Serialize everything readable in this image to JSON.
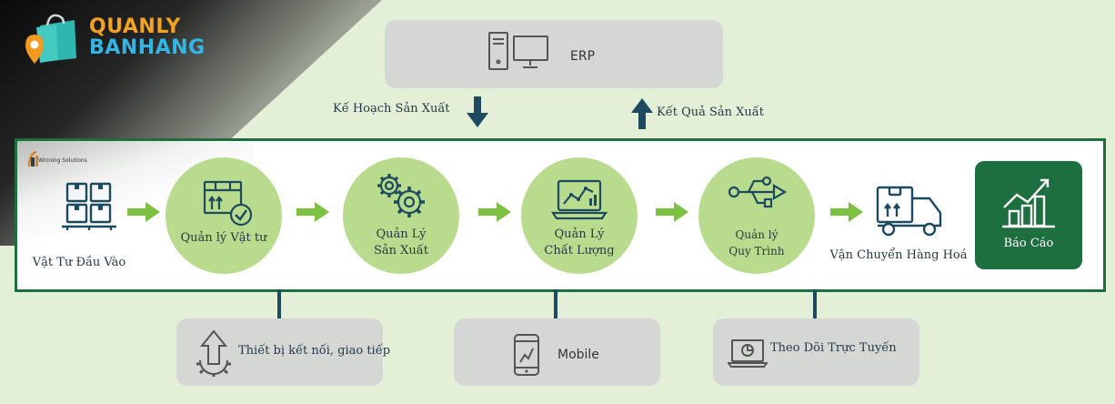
{
  "logo": {
    "line1": "QUANLY",
    "line2": "BANHANG"
  },
  "brand": {
    "text": "Winning Solutions"
  },
  "erp": {
    "label": "ERP"
  },
  "flow": {
    "plan_label": "Kế Hoạch Sản Xuất",
    "result_label": "Kết Quả Sản Xuất"
  },
  "nodes": {
    "input": "Vật Tư Đầu Vào",
    "material": "Quản lý Vật tư",
    "production_1": "Quản Lý",
    "production_2": "Sản Xuất",
    "quality_1": "Quản Lý",
    "quality_2": "Chất Lượng",
    "process_1": "Quản lý",
    "process_2": "Quy Trình",
    "transport": "Vận Chuyển Hàng Hoá",
    "report": "Báo Cáo"
  },
  "bottom": {
    "device": "Thiết bị kết nối, giao tiếp",
    "mobile": "Mobile",
    "online": "Theo Dõi Trực Tuyến"
  },
  "colors": {
    "background": "#e3efd7",
    "frame": "#1e6f3f",
    "circle": "#b9db8d",
    "arrow": "#7cc142",
    "dark_blue": "#1c4a5e",
    "gray_box": "#d5d7d5",
    "logo_orange": "#f3a321",
    "logo_blue": "#33b6e4"
  }
}
